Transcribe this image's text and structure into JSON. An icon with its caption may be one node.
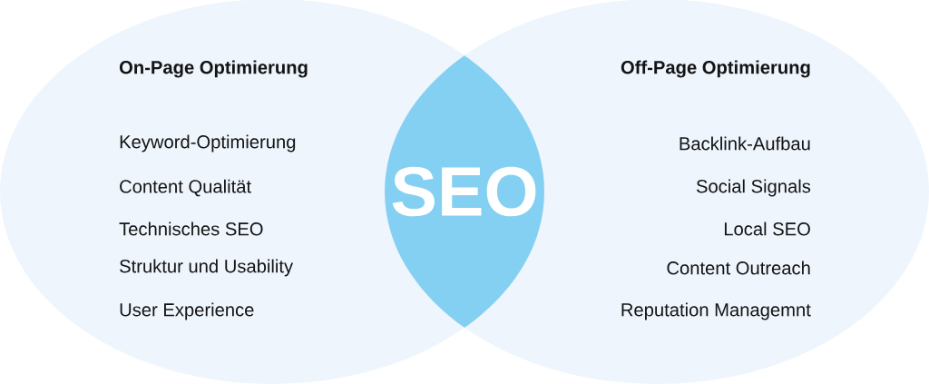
{
  "diagram": {
    "nodes": [
      {
        "text": [
          "On-Page Optimierung",
          "Keyword-Optimierung",
          "Content Qualität",
          "Technisches SEO",
          "Struktur und Usability",
          "User Experience"
        ]
      },
      {
        "text": [
          "Off-Page Optimierung",
          "Backlink-Aufbau",
          "Social Signals",
          "Local SEO",
          "Content Outreach",
          "Reputation Managemnt"
        ]
      },
      {
        "text": [
          "SEO"
        ]
      }
    ]
  }
}
